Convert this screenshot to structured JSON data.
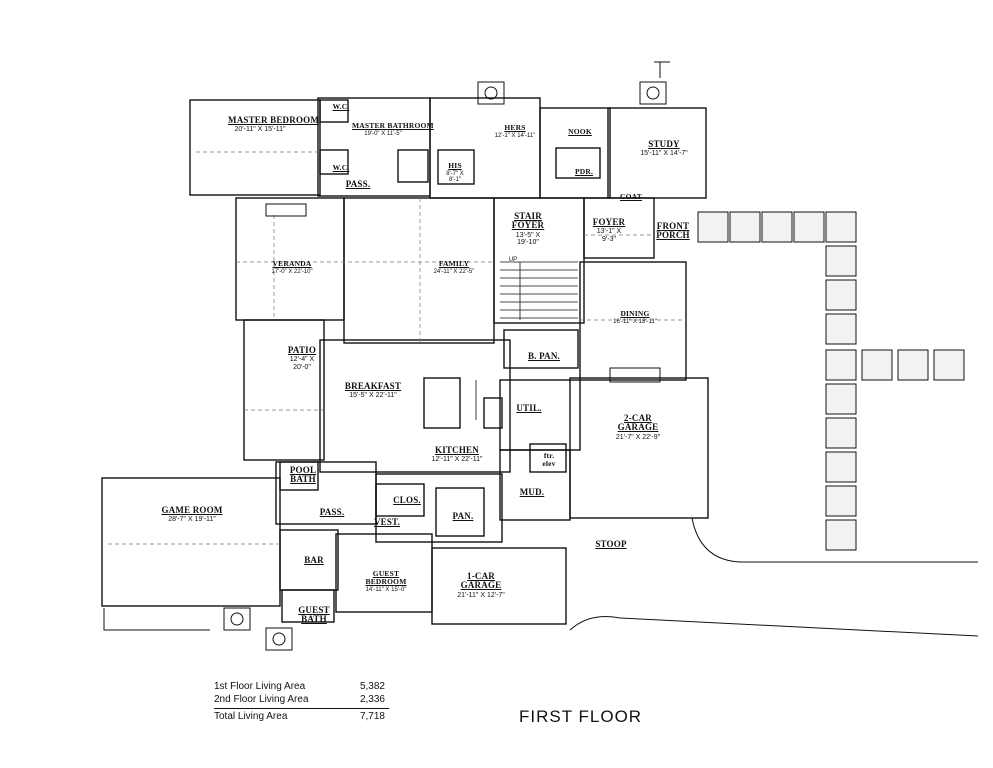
{
  "plan_title": "FIRST FLOOR",
  "rooms": [
    {
      "id": "master-bedroom",
      "name": "MASTER BEDROOM",
      "dims": "20'-11\" X 15'-11\""
    },
    {
      "id": "master-bathroom",
      "name": "MASTER BATHROOM",
      "dims": "19'-0\" X 11'-5\""
    },
    {
      "id": "wc-1",
      "name": "W.C.",
      "dims": ""
    },
    {
      "id": "wc-2",
      "name": "W.C.",
      "dims": ""
    },
    {
      "id": "pass-1",
      "name": "PASS.",
      "dims": ""
    },
    {
      "id": "his",
      "name": "HIS",
      "dims": "8'-7\" X 8'-1\""
    },
    {
      "id": "hers",
      "name": "HERS",
      "dims": "12'-1\" X 14'-11\""
    },
    {
      "id": "nook",
      "name": "NOOK",
      "dims": ""
    },
    {
      "id": "pdr",
      "name": "PDR.",
      "dims": ""
    },
    {
      "id": "coat",
      "name": "COAT",
      "dims": ""
    },
    {
      "id": "study",
      "name": "STUDY",
      "dims": "15'-11\" X 14'-7\""
    },
    {
      "id": "stair-foyer",
      "name": "STAIR FOYER",
      "dims": "13'-5\" X 19'-10\""
    },
    {
      "id": "foyer",
      "name": "FOYER",
      "dims": "13'-1\" X 9'-3\""
    },
    {
      "id": "front-porch",
      "name": "FRONT PORCH",
      "dims": ""
    },
    {
      "id": "veranda",
      "name": "VERANDA",
      "dims": "17'-0\" X 22'-10\""
    },
    {
      "id": "family",
      "name": "FAMILY",
      "dims": "24'-11\" X 22'-5\""
    },
    {
      "id": "dining",
      "name": "DINING",
      "dims": "16'-11\" X 18'-11\""
    },
    {
      "id": "patio",
      "name": "PATIO",
      "dims": "12'-4\" X 20'-0\""
    },
    {
      "id": "b-pan",
      "name": "B. PAN.",
      "dims": ""
    },
    {
      "id": "breakfast",
      "name": "BREAKFAST",
      "dims": "15'-5\" X 22'-11\""
    },
    {
      "id": "util",
      "name": "UTIL.",
      "dims": ""
    },
    {
      "id": "two-car-garage",
      "name": "2-CAR GARAGE",
      "dims": "21'-7\" X 22'-9\""
    },
    {
      "id": "kitchen",
      "name": "KITCHEN",
      "dims": "12'-11\" X 22'-11\""
    },
    {
      "id": "ftr-elev",
      "name": "ftr. elev",
      "dims": ""
    },
    {
      "id": "pool-bath",
      "name": "POOL BATH",
      "dims": ""
    },
    {
      "id": "game-room",
      "name": "GAME ROOM",
      "dims": "28'-7\" X 19'-11\""
    },
    {
      "id": "pass-2",
      "name": "PASS.",
      "dims": ""
    },
    {
      "id": "clos",
      "name": "CLOS.",
      "dims": ""
    },
    {
      "id": "mud",
      "name": "MUD.",
      "dims": ""
    },
    {
      "id": "vest",
      "name": "VEST.",
      "dims": ""
    },
    {
      "id": "pan",
      "name": "PAN.",
      "dims": ""
    },
    {
      "id": "stoop",
      "name": "STOOP",
      "dims": ""
    },
    {
      "id": "bar",
      "name": "BAR",
      "dims": ""
    },
    {
      "id": "guest-bedroom",
      "name": "GUEST BEDROOM",
      "dims": "14'-11\" X 15'-0\""
    },
    {
      "id": "one-car-garage",
      "name": "1-CAR GARAGE",
      "dims": "21'-11\" X 12'-7\""
    },
    {
      "id": "guest-bath",
      "name": "GUEST BATH",
      "dims": ""
    }
  ],
  "stair_label": "UP",
  "living_area": [
    {
      "label": "1st Floor Living Area",
      "value": "5,382"
    },
    {
      "label": "2nd Floor Living Area",
      "value": "2,336"
    },
    {
      "label": "Total Living Area",
      "value": "7,718"
    }
  ],
  "colors": {
    "ink": "#111111",
    "light_ink": "#777777",
    "paver_fill": "#f2f2f2"
  }
}
